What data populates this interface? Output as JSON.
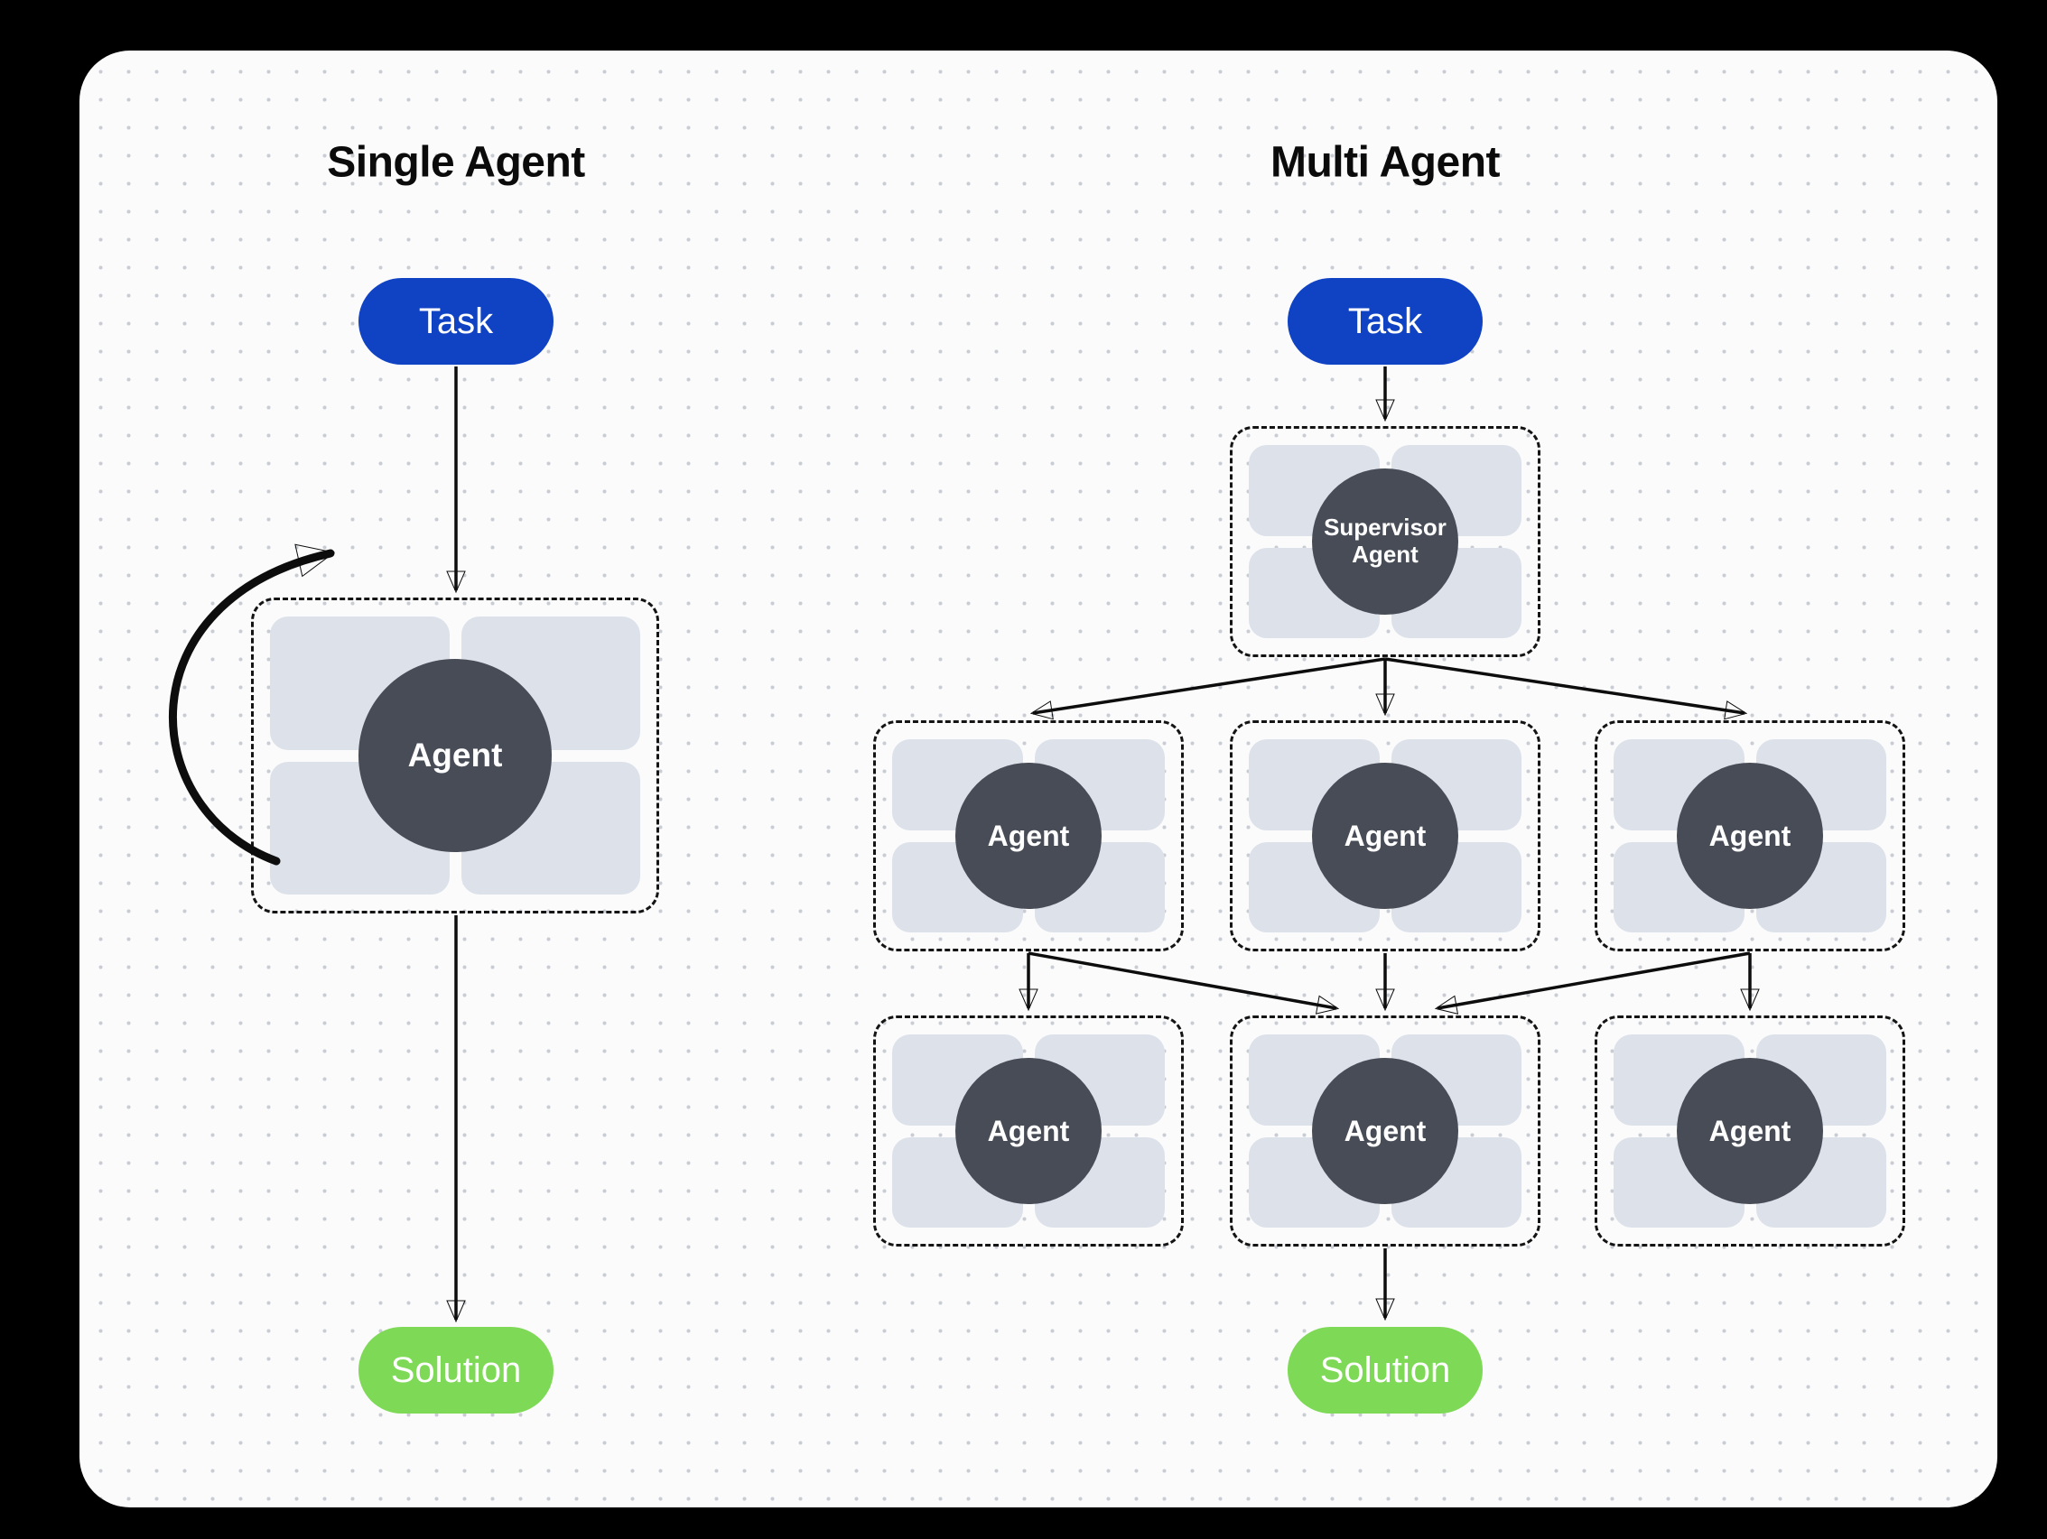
{
  "left": {
    "title": "Single Agent",
    "task_label": "Task",
    "agent_label": "Agent",
    "solution_label": "Solution"
  },
  "right": {
    "title": "Multi Agent",
    "task_label": "Task",
    "supervisor_label": "Supervisor Agent",
    "row1": [
      "Agent",
      "Agent",
      "Agent"
    ],
    "row2": [
      "Agent",
      "Agent",
      "Agent"
    ],
    "solution_label": "Solution"
  },
  "colors": {
    "task_blue": "#1042c4",
    "solution_green": "#7ed957",
    "agent_dark": "#474c57",
    "tile_gray": "#dde2ea",
    "panel_bg": "#fbfbfc",
    "outer_bg": "#000000",
    "line_dark": "#0d0d0d"
  }
}
